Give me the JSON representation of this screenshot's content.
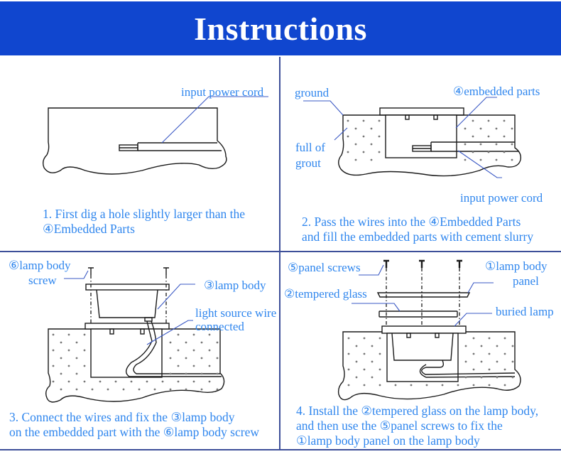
{
  "header": {
    "title": "Instructions",
    "background": "#1046cf"
  },
  "colors": {
    "label_text": "#2f86ee",
    "divider": "#3d4f99",
    "leader_line": "#3a58c4"
  },
  "steps": [
    {
      "labels": {
        "power_cord": "input power cord"
      },
      "caption": {
        "line1": "1. First dig a hole slightly larger than the",
        "line2": "④Embedded Parts"
      }
    },
    {
      "labels": {
        "ground": "ground",
        "embedded_parts": "④embedded parts",
        "grout_1": "full of",
        "grout_2": "grout",
        "power_cord": "input power cord"
      },
      "caption": {
        "line1": "2. Pass the wires into the ④Embedded Parts",
        "line2": "and fill the embedded parts with cement slurry"
      }
    },
    {
      "labels": {
        "screw_1": "⑥lamp body",
        "screw_2": "screw",
        "lamp_body": "③lamp body",
        "wire_1": "light source wire",
        "wire_2": "connected"
      },
      "caption": {
        "line1": "3. Connect the wires and fix the ③lamp body",
        "line2": "on the embedded part with the ⑥lamp body screw"
      }
    },
    {
      "labels": {
        "panel_screws": "⑤panel screws",
        "panel_1": "①lamp body",
        "panel_2": "panel",
        "glass": "②tempered glass",
        "buried_lamp": "buried lamp"
      },
      "caption": {
        "line1": "4. Install the ②tempered glass on the lamp body,",
        "line2": "and then use the ⑤panel screws to fix the",
        "line3": "①lamp body panel on the lamp body"
      }
    }
  ]
}
